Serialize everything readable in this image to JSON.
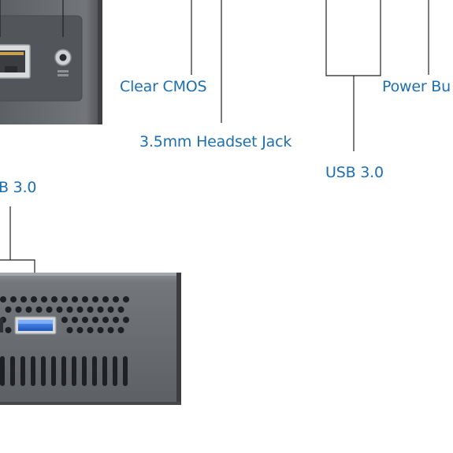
{
  "labels": {
    "clear_cmos": "Clear CMOS",
    "headset_jack": "3.5mm Headset Jack",
    "usb_right": "USB 3.0",
    "power_button": "Power Bu",
    "usb_left": "B 3.0"
  },
  "colors": {
    "label_text": "#1d6fb0",
    "leader_line": "#222222",
    "device_body": "#6b6e73",
    "device_edge": "#3a3c40",
    "usb_port": "#2f6fd0"
  },
  "icons": {
    "ethernet_port": "rj45-port-icon",
    "audio_jack": "audio-jack-icon",
    "usb_port": "usb-port-icon"
  }
}
